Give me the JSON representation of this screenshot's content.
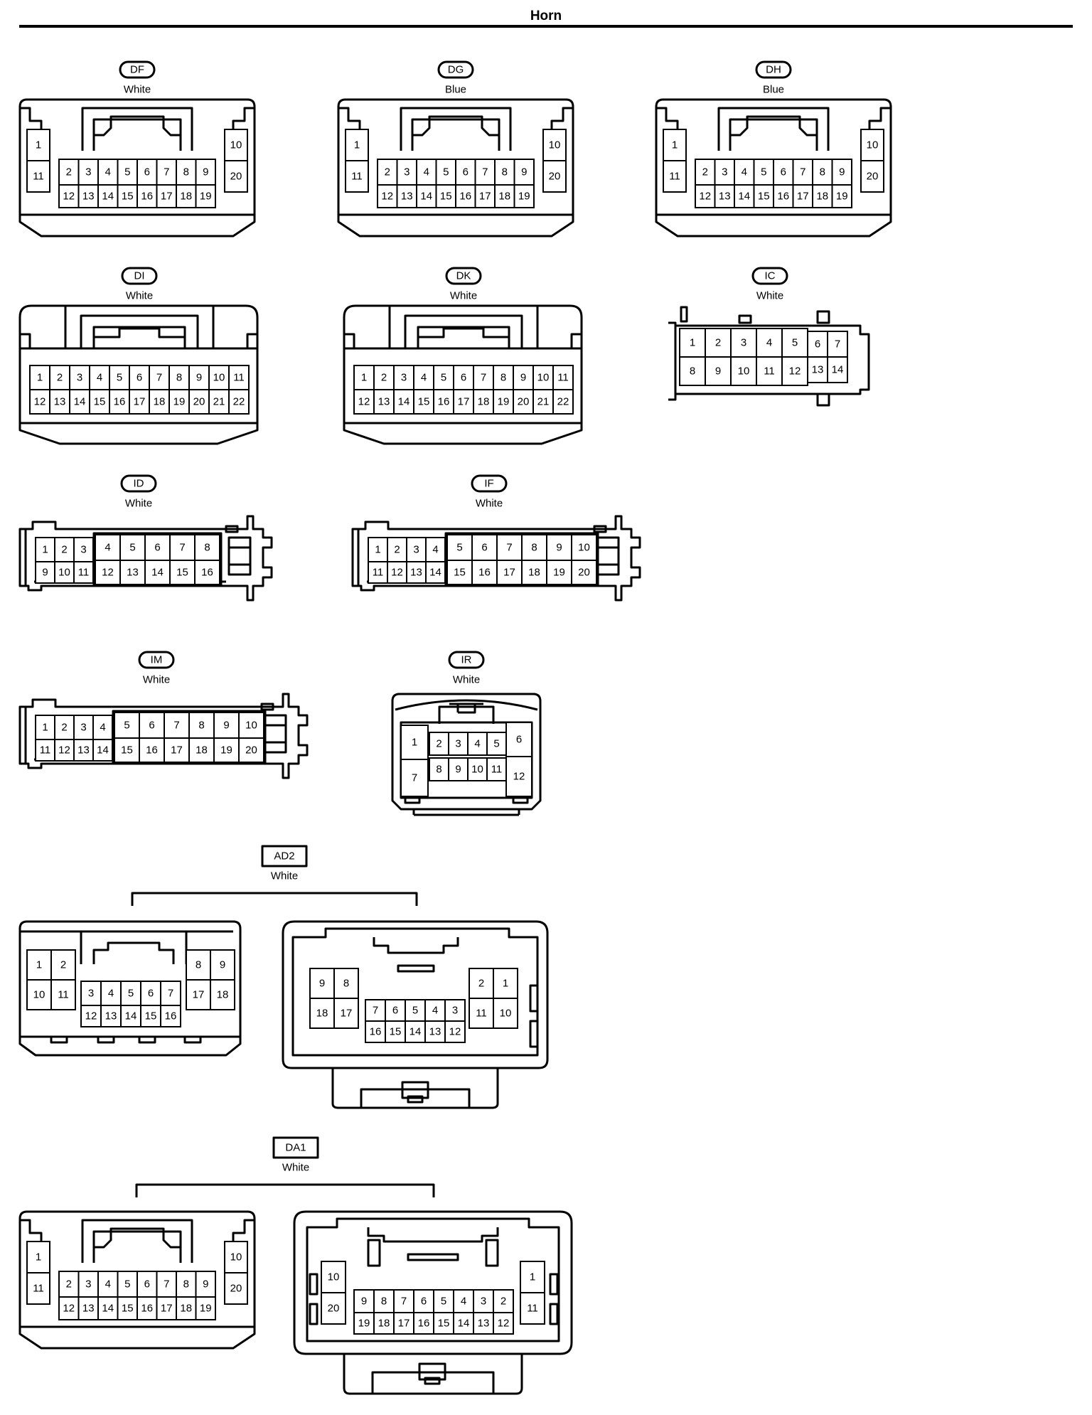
{
  "page": {
    "title": "Horn"
  },
  "connectors": [
    {
      "id": "DF",
      "color": "White",
      "label_style": "pill",
      "pins": [
        "1",
        "2",
        "3",
        "4",
        "5",
        "6",
        "7",
        "8",
        "9",
        "10",
        "11",
        "12",
        "13",
        "14",
        "15",
        "16",
        "17",
        "18",
        "19",
        "20"
      ]
    },
    {
      "id": "DG",
      "color": "Blue",
      "label_style": "pill",
      "pins": [
        "1",
        "2",
        "3",
        "4",
        "5",
        "6",
        "7",
        "8",
        "9",
        "10",
        "11",
        "12",
        "13",
        "14",
        "15",
        "16",
        "17",
        "18",
        "19",
        "20"
      ]
    },
    {
      "id": "DH",
      "color": "Blue",
      "label_style": "pill",
      "pins": [
        "1",
        "2",
        "3",
        "4",
        "5",
        "6",
        "7",
        "8",
        "9",
        "10",
        "11",
        "12",
        "13",
        "14",
        "15",
        "16",
        "17",
        "18",
        "19",
        "20"
      ]
    },
    {
      "id": "DI",
      "color": "White",
      "label_style": "pill",
      "pins": [
        "1",
        "2",
        "3",
        "4",
        "5",
        "6",
        "7",
        "8",
        "9",
        "10",
        "11",
        "12",
        "13",
        "14",
        "15",
        "16",
        "17",
        "18",
        "19",
        "20",
        "21",
        "22"
      ]
    },
    {
      "id": "DK",
      "color": "White",
      "label_style": "pill",
      "pins": [
        "1",
        "2",
        "3",
        "4",
        "5",
        "6",
        "7",
        "8",
        "9",
        "10",
        "11",
        "12",
        "13",
        "14",
        "15",
        "16",
        "17",
        "18",
        "19",
        "20",
        "21",
        "22"
      ]
    },
    {
      "id": "IC",
      "color": "White",
      "label_style": "pill",
      "pins": [
        "1",
        "2",
        "3",
        "4",
        "5",
        "6",
        "7",
        "8",
        "9",
        "10",
        "11",
        "12",
        "13",
        "14"
      ]
    },
    {
      "id": "ID",
      "color": "White",
      "label_style": "pill",
      "pins": [
        "1",
        "2",
        "3",
        "4",
        "5",
        "6",
        "7",
        "8",
        "9",
        "10",
        "11",
        "12",
        "13",
        "14",
        "15",
        "16"
      ]
    },
    {
      "id": "IF",
      "color": "White",
      "label_style": "pill",
      "pins": [
        "1",
        "2",
        "3",
        "4",
        "5",
        "6",
        "7",
        "8",
        "9",
        "10",
        "11",
        "12",
        "13",
        "14",
        "15",
        "16",
        "17",
        "18",
        "19",
        "20"
      ]
    },
    {
      "id": "IM",
      "color": "White",
      "label_style": "pill",
      "pins": [
        "1",
        "2",
        "3",
        "4",
        "5",
        "6",
        "7",
        "8",
        "9",
        "10",
        "11",
        "12",
        "13",
        "14",
        "15",
        "16",
        "17",
        "18",
        "19",
        "20"
      ]
    },
    {
      "id": "IR",
      "color": "White",
      "label_style": "pill",
      "pins": [
        "1",
        "2",
        "3",
        "4",
        "5",
        "6",
        "7",
        "8",
        "9",
        "10",
        "11",
        "12"
      ]
    },
    {
      "id": "AD2",
      "color": "White",
      "label_style": "box",
      "pins": [
        "1",
        "2",
        "3",
        "4",
        "5",
        "6",
        "7",
        "8",
        "9",
        "10",
        "11",
        "12",
        "13",
        "14",
        "15",
        "16",
        "17",
        "18"
      ]
    },
    {
      "id": "DA1",
      "color": "White",
      "label_style": "box",
      "pins": [
        "1",
        "2",
        "3",
        "4",
        "5",
        "6",
        "7",
        "8",
        "9",
        "10",
        "11",
        "12",
        "13",
        "14",
        "15",
        "16",
        "17",
        "18",
        "19",
        "20"
      ]
    }
  ]
}
